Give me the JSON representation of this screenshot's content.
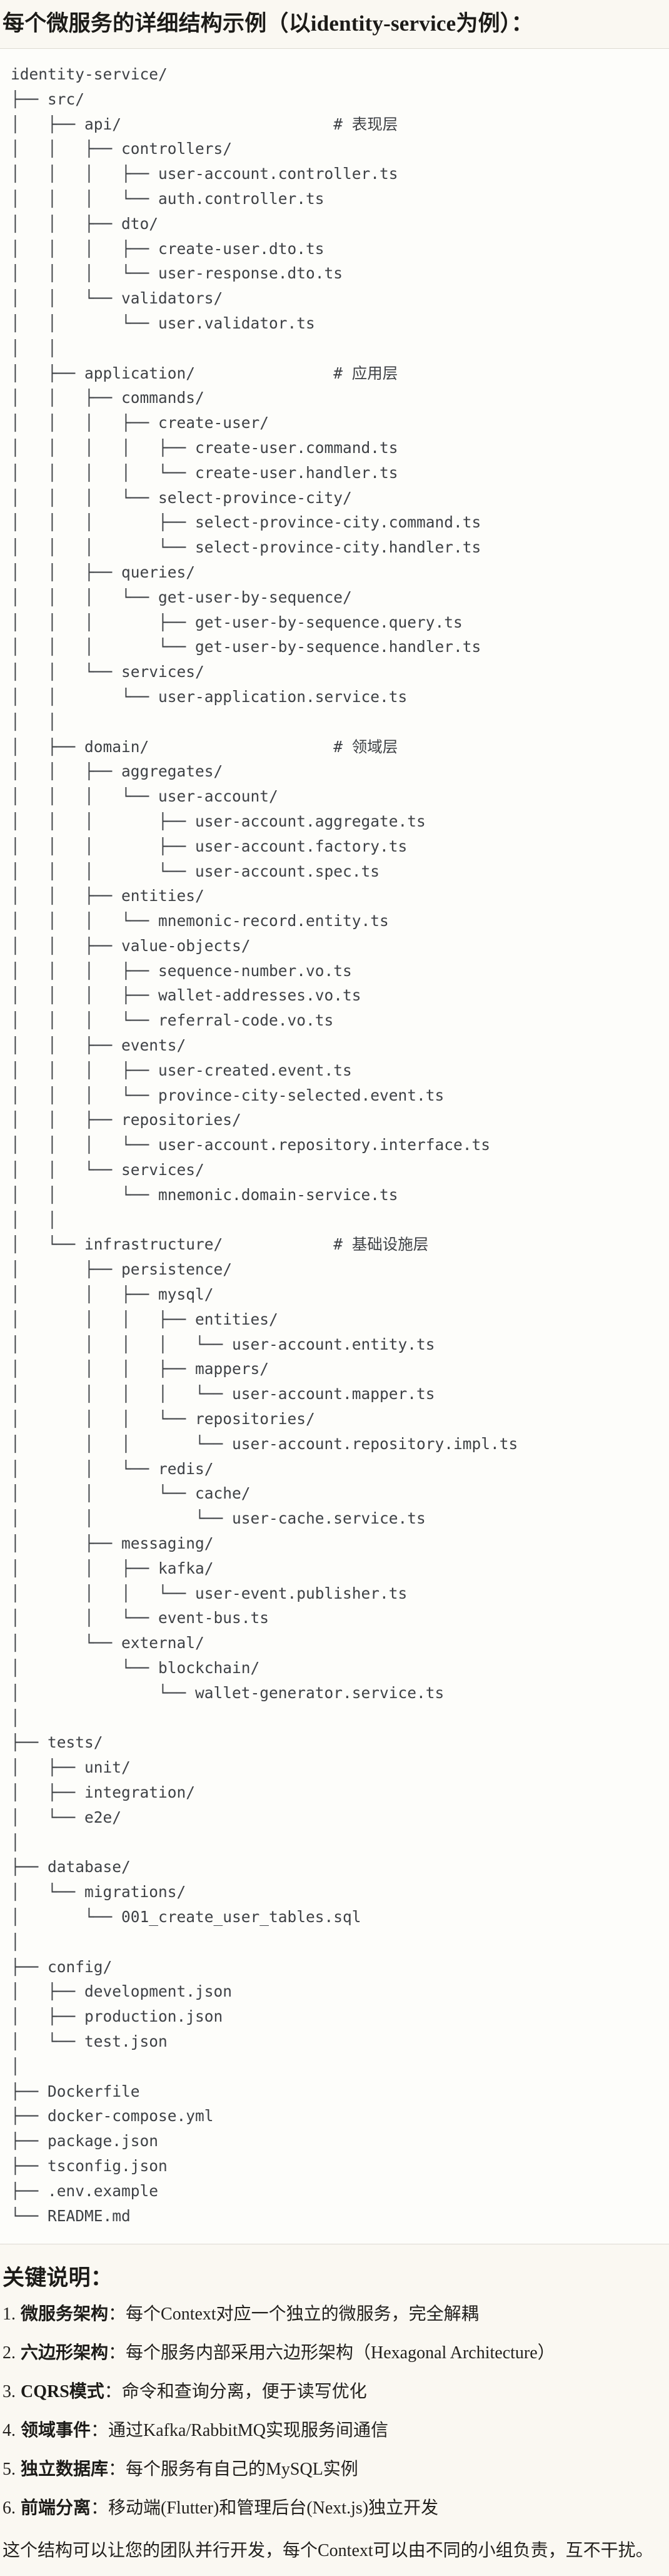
{
  "page": {
    "heading": "每个微服务的详细结构示例（以identity-service为例）：",
    "notes_heading": "关键说明：",
    "closing": "这个结构可以让您的团队并行开发，每个Context可以由不同的小组负责，互不干扰。"
  },
  "colors": {
    "page_bg": "#FAF8F2",
    "code_bg": "#FDFDFA",
    "code_text": "#3E4145",
    "body_text": "#23211E",
    "border": "#DDDAD2"
  },
  "code_block": {
    "tree_lines": [
      "identity-service/",
      "├── src/",
      "│   ├── api/                       # 表现层",
      "│   │   ├── controllers/",
      "│   │   │   ├── user-account.controller.ts",
      "│   │   │   └── auth.controller.ts",
      "│   │   ├── dto/",
      "│   │   │   ├── create-user.dto.ts",
      "│   │   │   └── user-response.dto.ts",
      "│   │   └── validators/",
      "│   │       └── user.validator.ts",
      "│   │",
      "│   ├── application/               # 应用层",
      "│   │   ├── commands/",
      "│   │   │   ├── create-user/",
      "│   │   │   │   ├── create-user.command.ts",
      "│   │   │   │   └── create-user.handler.ts",
      "│   │   │   └── select-province-city/",
      "│   │   │       ├── select-province-city.command.ts",
      "│   │   │       └── select-province-city.handler.ts",
      "│   │   ├── queries/",
      "│   │   │   └── get-user-by-sequence/",
      "│   │   │       ├── get-user-by-sequence.query.ts",
      "│   │   │       └── get-user-by-sequence.handler.ts",
      "│   │   └── services/",
      "│   │       └── user-application.service.ts",
      "│   │",
      "│   ├── domain/                    # 领域层",
      "│   │   ├── aggregates/",
      "│   │   │   └── user-account/",
      "│   │   │       ├── user-account.aggregate.ts",
      "│   │   │       ├── user-account.factory.ts",
      "│   │   │       └── user-account.spec.ts",
      "│   │   ├── entities/",
      "│   │   │   └── mnemonic-record.entity.ts",
      "│   │   ├── value-objects/",
      "│   │   │   ├── sequence-number.vo.ts",
      "│   │   │   ├── wallet-addresses.vo.ts",
      "│   │   │   └── referral-code.vo.ts",
      "│   │   ├── events/",
      "│   │   │   ├── user-created.event.ts",
      "│   │   │   └── province-city-selected.event.ts",
      "│   │   ├── repositories/",
      "│   │   │   └── user-account.repository.interface.ts",
      "│   │   └── services/",
      "│   │       └── mnemonic.domain-service.ts",
      "│   │",
      "│   └── infrastructure/            # 基础设施层",
      "│       ├── persistence/",
      "│       │   ├── mysql/",
      "│       │   │   ├── entities/",
      "│       │   │   │   └── user-account.entity.ts",
      "│       │   │   ├── mappers/",
      "│       │   │   │   └── user-account.mapper.ts",
      "│       │   │   └── repositories/",
      "│       │   │       └── user-account.repository.impl.ts",
      "│       │   └── redis/",
      "│       │       └── cache/",
      "│       │           └── user-cache.service.ts",
      "│       ├── messaging/",
      "│       │   ├── kafka/",
      "│       │   │   └── user-event.publisher.ts",
      "│       │   └── event-bus.ts",
      "│       └── external/",
      "│           └── blockchain/",
      "│               └── wallet-generator.service.ts",
      "│",
      "├── tests/",
      "│   ├── unit/",
      "│   ├── integration/",
      "│   └── e2e/",
      "│",
      "├── database/",
      "│   └── migrations/",
      "│       └── 001_create_user_tables.sql",
      "│",
      "├── config/",
      "│   ├── development.json",
      "│   ├── production.json",
      "│   └── test.json",
      "│",
      "├── Dockerfile",
      "├── docker-compose.yml",
      "├── package.json",
      "├── tsconfig.json",
      "├── .env.example",
      "└── README.md"
    ]
  },
  "notes": {
    "items": [
      {
        "num": "1.",
        "label": "微服务架构",
        "text": "：每个Context对应一个独立的微服务，完全解耦"
      },
      {
        "num": "2.",
        "label": "六边形架构",
        "text": "：每个服务内部采用六边形架构（Hexagonal Architecture）"
      },
      {
        "num": "3.",
        "label": "CQRS模式",
        "text": "：命令和查询分离，便于读写优化"
      },
      {
        "num": "4.",
        "label": "领域事件",
        "text": "：通过Kafka/RabbitMQ实现服务间通信"
      },
      {
        "num": "5.",
        "label": "独立数据库",
        "text": "：每个服务有自己的MySQL实例"
      },
      {
        "num": "6.",
        "label": "前端分离",
        "text": "：移动端(Flutter)和管理后台(Next.js)独立开发"
      }
    ]
  }
}
